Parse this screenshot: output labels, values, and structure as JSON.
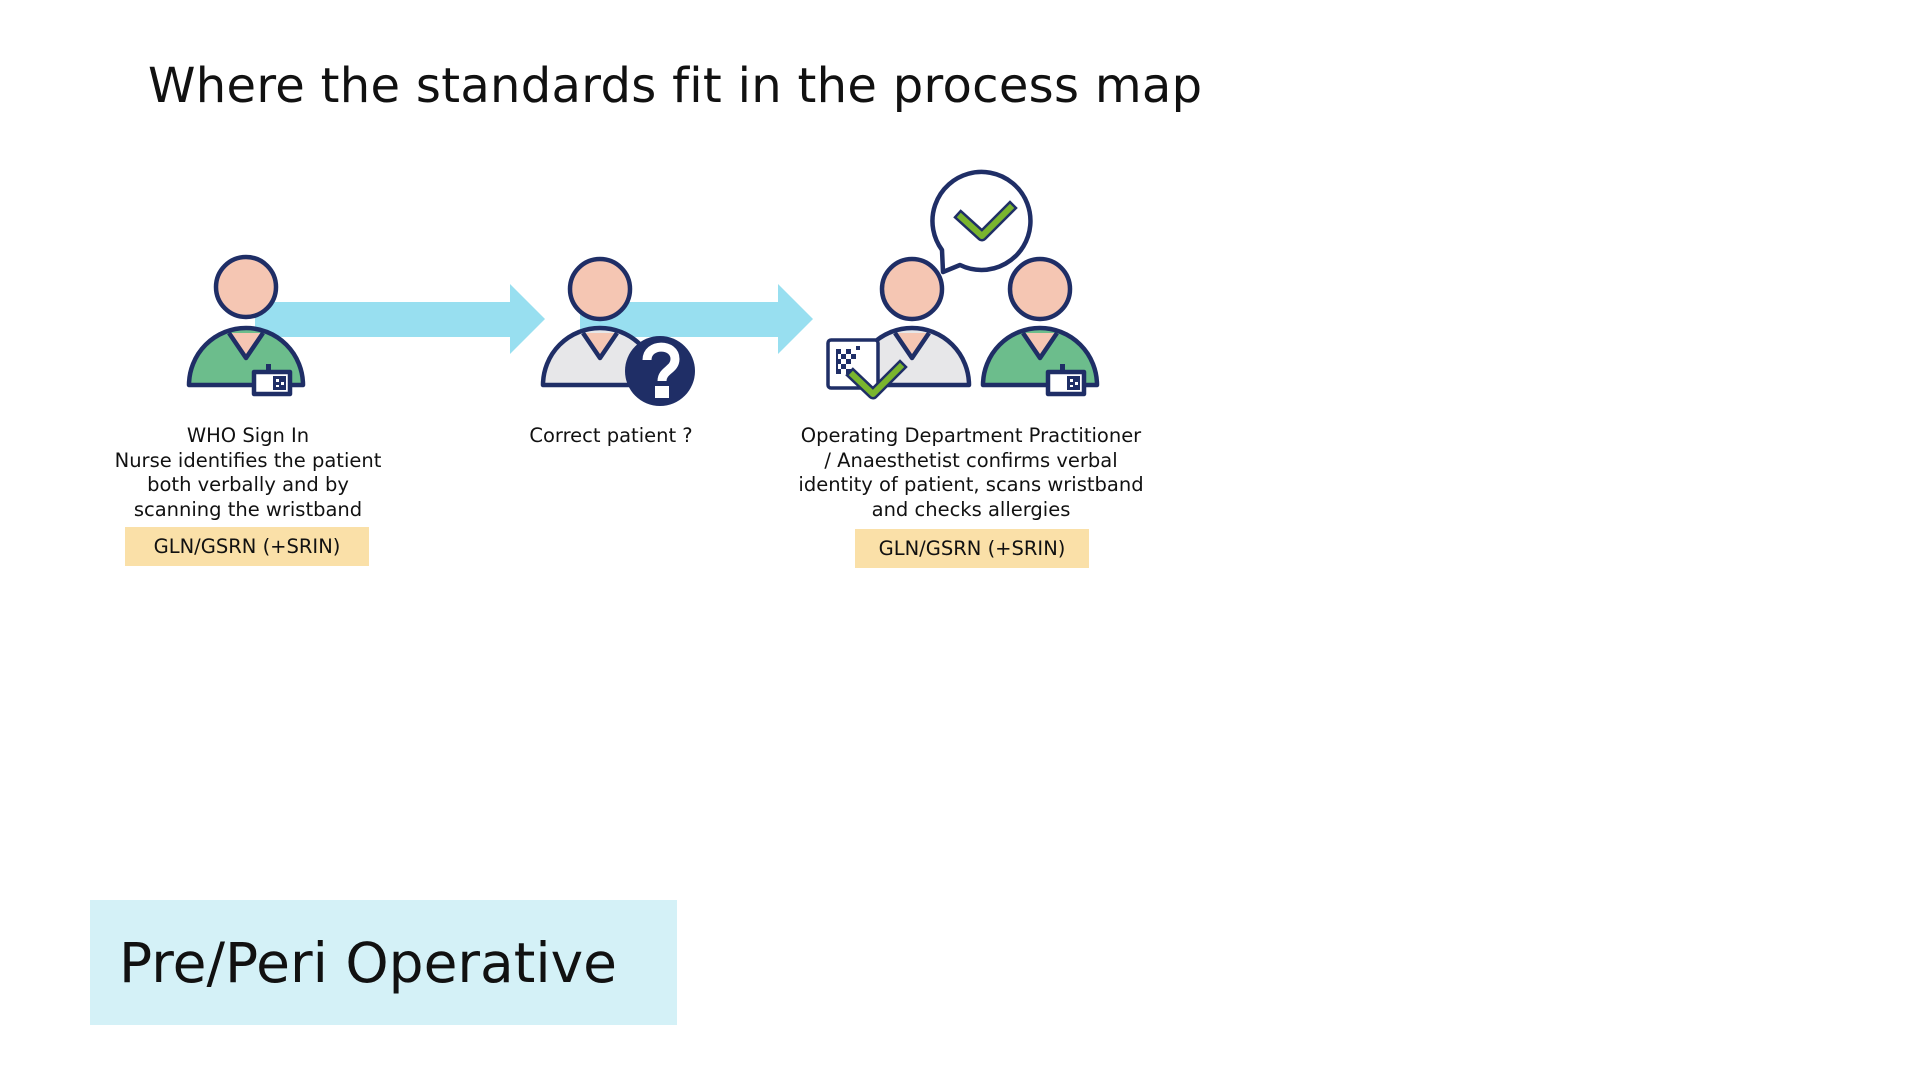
{
  "slide": {
    "title": "Where the standards fit in the process map",
    "phase_label": "Pre/Peri Operative"
  },
  "steps": [
    {
      "icon": "nurse-with-id-badge-icon",
      "caption_lines": [
        "WHO Sign In",
        "Nurse identifies the patient",
        "both verbally and by",
        "scanning the wristband"
      ],
      "standard": "GLN/GSRN (+SRIN)"
    },
    {
      "icon": "patient-question-icon",
      "caption_lines": [
        "Correct patient ?"
      ],
      "standard": null
    },
    {
      "icon": "practitioner-anaesthetist-confirm-icon",
      "caption_lines": [
        "Operating Department Practitioner",
        "/ Anaesthetist confirms verbal",
        "identity of patient, scans wristband",
        "and checks allergies"
      ],
      "standard": "GLN/GSRN (+SRIN)"
    }
  ],
  "colors": {
    "outline": "#1f2e66",
    "skin": "#f5c6b3",
    "scrubs_green": "#6cbd8c",
    "patient_gown": "#e7e7e9",
    "arrow": "#98dff0",
    "check_green": "#7ab52e",
    "badge_bg": "#fae0a8",
    "phase_bg": "#d4f1f7"
  }
}
